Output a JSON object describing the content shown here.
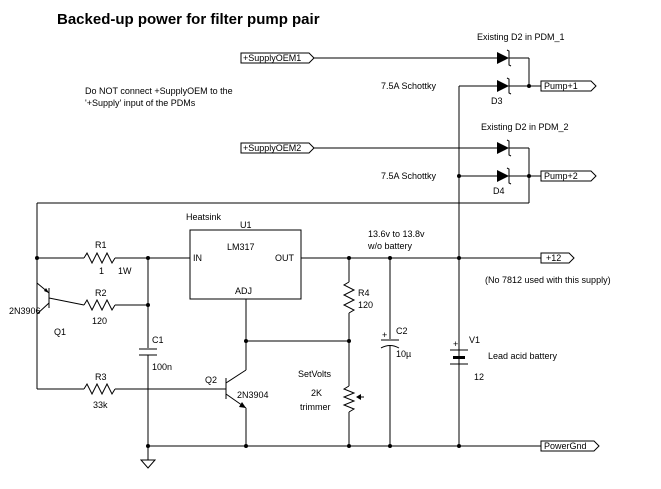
{
  "title": "Backed-up power for filter pump pair",
  "note": [
    "Do NOT connect +SupplyOEM to the",
    "'+Supply' input of the PDMs"
  ],
  "ports": {
    "supply_oem1": "+SupplyOEM1",
    "supply_oem2": "+SupplyOEM2",
    "pump1": "Pump+1",
    "pump2": "Pump+2",
    "plus12": "+12",
    "power_gnd": "PowerGnd"
  },
  "diodes": {
    "existing1": "Existing D2 in PDM_1",
    "existing2": "Existing D2 in PDM_2",
    "schottky1": "7.5A Schottky",
    "schottky2": "7.5A Schottky",
    "d3": "D3",
    "d4": "D4"
  },
  "regulator": {
    "heatsink": "Heatsink",
    "ref": "U1",
    "part": "LM317",
    "in": "IN",
    "out": "OUT",
    "adj": "ADJ"
  },
  "components": {
    "r1_ref": "R1",
    "r1_val": "1",
    "r1_w": "1W",
    "r2_ref": "R2",
    "r2_val": "120",
    "r3_ref": "R3",
    "r3_val": "33k",
    "r4_ref": "R4",
    "r4_val": "120",
    "c1_ref": "C1",
    "c1_val": "100n",
    "c2_ref": "C2",
    "c2_val": "10µ",
    "q1_ref": "Q1",
    "q1_part": "2N3906",
    "q2_ref": "Q2",
    "q2_part": "2N3904",
    "v1_ref": "V1",
    "v1_val": "12",
    "pot_name": "SetVolts",
    "pot_val": "2K",
    "pot_type": "trimmer"
  },
  "annotations": {
    "vout": [
      "13.6v to 13.8v",
      "w/o battery"
    ],
    "no7812": "(No 7812 used with this supply)",
    "battery": "Lead acid battery"
  }
}
